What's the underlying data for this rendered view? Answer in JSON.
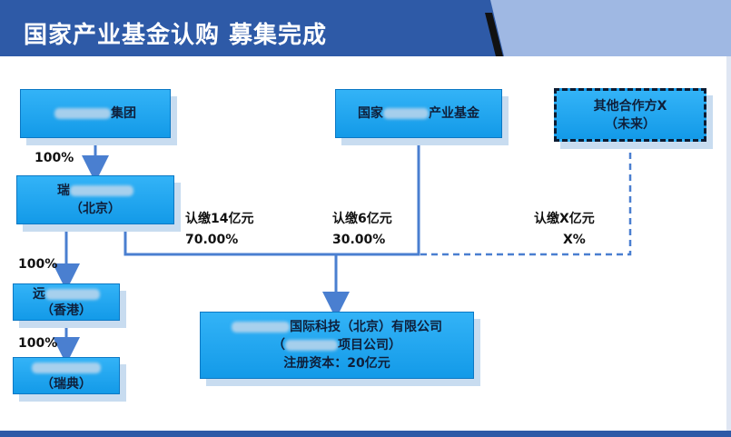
{
  "title": "国家产业基金认购 募集完成",
  "nodes": {
    "top_left": {
      "line1": "集团"
    },
    "beijing_entity": {
      "line1": "瑞",
      "line2": "（北京）"
    },
    "hk_entity": {
      "line1": "远",
      "line2": "（香港）"
    },
    "sweden_entity": {
      "line1": "",
      "line2": "（瑞典）"
    },
    "state_fund": {
      "prefix": "国家",
      "suffix": "产业基金"
    },
    "other_partner": {
      "line1": "其他合作方X",
      "line2": "（未来）"
    },
    "project_company": {
      "line1_suffix": "国际科技（北京）有限公司",
      "line2_prefix": "（",
      "line2_suffix": "项目公司）",
      "line3": "注册资本：20亿元"
    }
  },
  "ownership": {
    "top_to_beijing": "100%",
    "beijing_to_hk": "100%",
    "hk_to_sweden": "100%"
  },
  "subscriptions": {
    "beijing": {
      "amount": "认缴14亿元",
      "share": "70.00%"
    },
    "state_fund": {
      "amount": "认缴6亿元",
      "share": "30.00%"
    },
    "other": {
      "amount": "认缴X亿元",
      "share": "X%"
    }
  },
  "colors": {
    "header_band": "#2e5aa7",
    "node_fill": "#1fa5ef",
    "connector": "#4a7fd0"
  }
}
